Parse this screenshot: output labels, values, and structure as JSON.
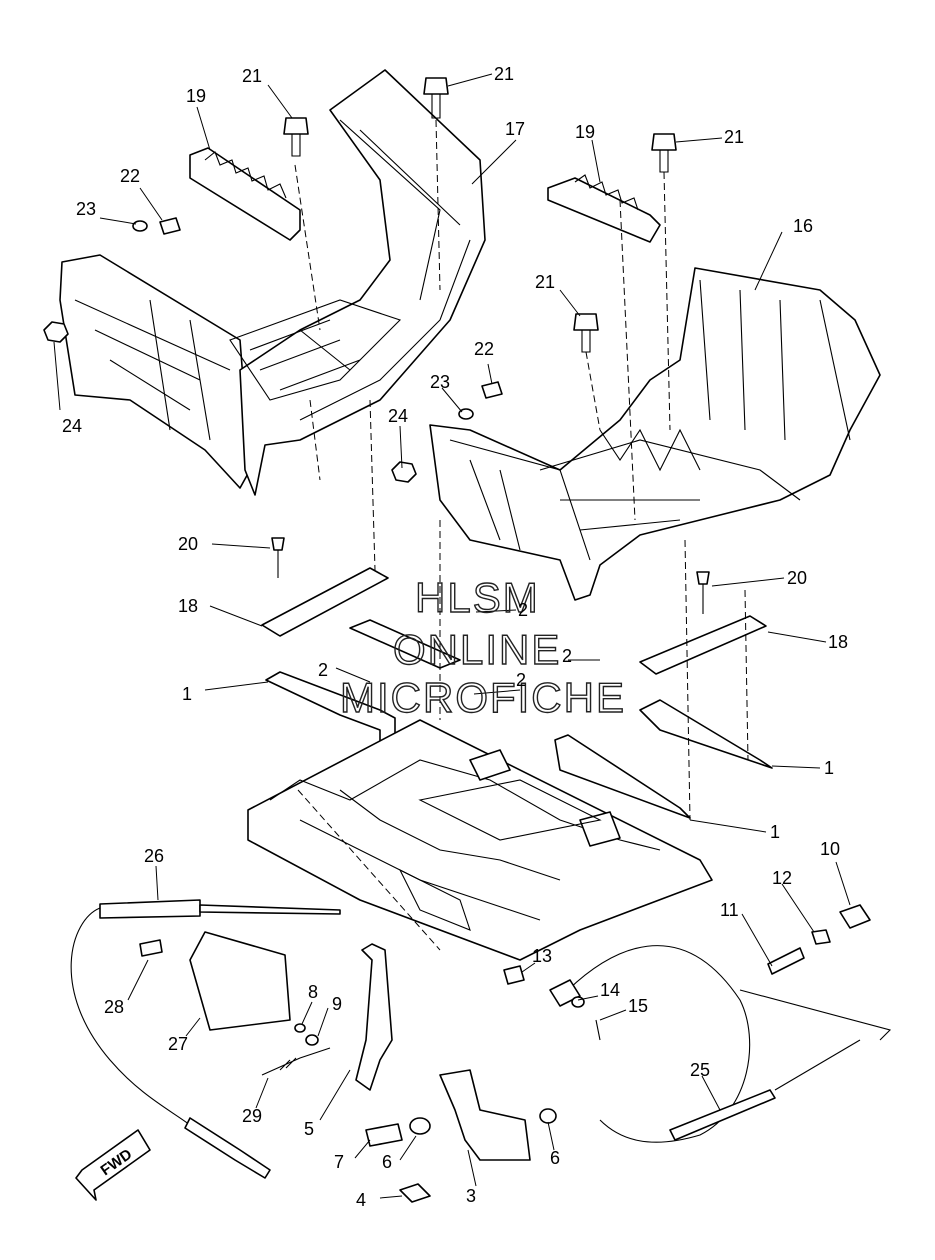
{
  "watermark": {
    "line1": "HLSM",
    "line2": "ONLINE",
    "line3": "MICROFICHE"
  },
  "direction_marker": {
    "label": "FWD"
  },
  "callouts": {
    "c21a": "21",
    "c21b": "21",
    "c21c": "21",
    "c21d": "21",
    "c19a": "19",
    "c19b": "19",
    "c17": "17",
    "c16": "16",
    "c22a": "22",
    "c22b": "22",
    "c23a": "23",
    "c23b": "23",
    "c24a": "24",
    "c24b": "24",
    "c20a": "20",
    "c20b": "20",
    "c18a": "18",
    "c18b": "18",
    "c2a": "2",
    "c2b": "2",
    "c2c": "2",
    "c2d": "2",
    "c1a": "1",
    "c1b": "1",
    "c1c": "1",
    "c26": "26",
    "c28": "28",
    "c27": "27",
    "c8": "8",
    "c9": "9",
    "c29": "29",
    "c5": "5",
    "c7": "7",
    "c6a": "6",
    "c6b": "6",
    "c4": "4",
    "c3": "3",
    "c13": "13",
    "c14": "14",
    "c15": "15",
    "c10": "10",
    "c12": "12",
    "c11": "11",
    "c25": "25"
  }
}
